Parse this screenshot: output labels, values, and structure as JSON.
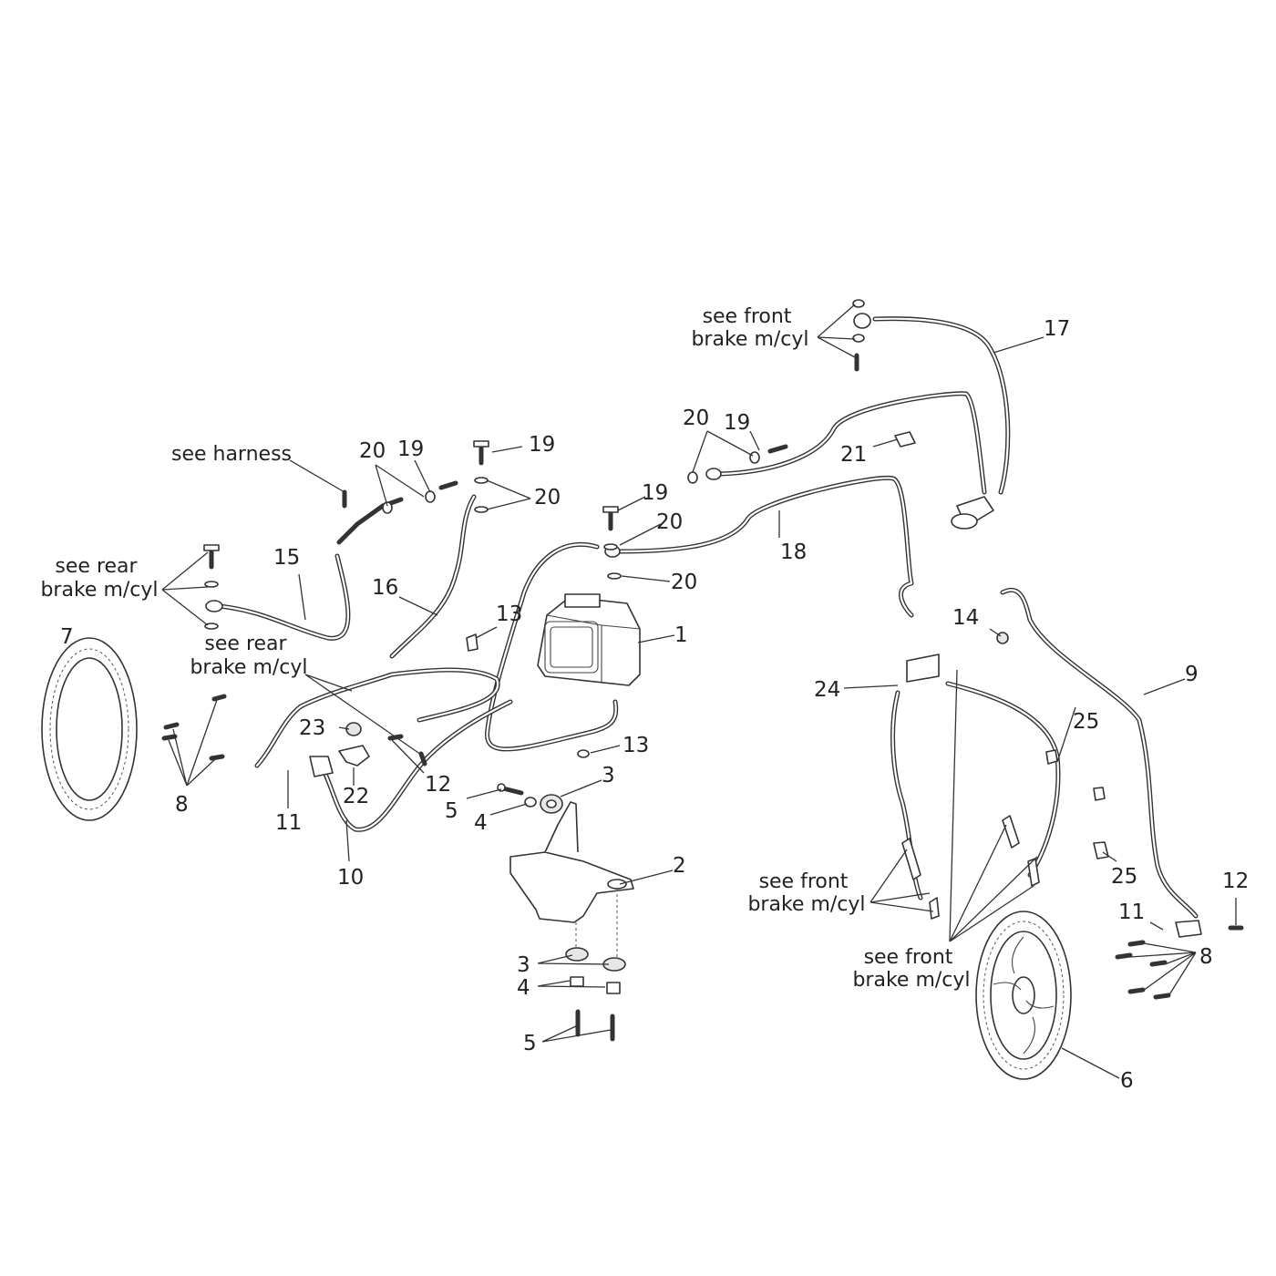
{
  "diagram": {
    "callouts": [
      {
        "id": "c1",
        "text": "1"
      },
      {
        "id": "c2",
        "text": "2"
      },
      {
        "id": "c3a",
        "text": "3"
      },
      {
        "id": "c3b",
        "text": "3"
      },
      {
        "id": "c4a",
        "text": "4"
      },
      {
        "id": "c4b",
        "text": "4"
      },
      {
        "id": "c5a",
        "text": "5"
      },
      {
        "id": "c5b",
        "text": "5"
      },
      {
        "id": "c6",
        "text": "6"
      },
      {
        "id": "c7",
        "text": "7"
      },
      {
        "id": "c8a",
        "text": "8"
      },
      {
        "id": "c8b",
        "text": "8"
      },
      {
        "id": "c9",
        "text": "9"
      },
      {
        "id": "c10",
        "text": "10"
      },
      {
        "id": "c11a",
        "text": "11"
      },
      {
        "id": "c11b",
        "text": "11"
      },
      {
        "id": "c12a",
        "text": "12"
      },
      {
        "id": "c12b",
        "text": "12"
      },
      {
        "id": "c13a",
        "text": "13"
      },
      {
        "id": "c13b",
        "text": "13"
      },
      {
        "id": "c14",
        "text": "14"
      },
      {
        "id": "c15",
        "text": "15"
      },
      {
        "id": "c16",
        "text": "16"
      },
      {
        "id": "c17",
        "text": "17"
      },
      {
        "id": "c18",
        "text": "18"
      },
      {
        "id": "c19a",
        "text": "19"
      },
      {
        "id": "c19b",
        "text": "19"
      },
      {
        "id": "c19c",
        "text": "19"
      },
      {
        "id": "c19d",
        "text": "19"
      },
      {
        "id": "c20a",
        "text": "20"
      },
      {
        "id": "c20b",
        "text": "20"
      },
      {
        "id": "c20c",
        "text": "20"
      },
      {
        "id": "c20d",
        "text": "20"
      },
      {
        "id": "c20e",
        "text": "20"
      },
      {
        "id": "c21",
        "text": "21"
      },
      {
        "id": "c22",
        "text": "22"
      },
      {
        "id": "c23",
        "text": "23"
      },
      {
        "id": "c24",
        "text": "24"
      },
      {
        "id": "c25a",
        "text": "25"
      },
      {
        "id": "c25b",
        "text": "25"
      }
    ],
    "notes": [
      {
        "id": "n_front_top",
        "lines": [
          "see front",
          "brake m/cyl"
        ]
      },
      {
        "id": "n_harness",
        "lines": [
          "see harness"
        ]
      },
      {
        "id": "n_rear_1",
        "lines": [
          "see rear",
          "brake m/cyl"
        ]
      },
      {
        "id": "n_rear_2",
        "lines": [
          "see rear",
          "brake m/cyl"
        ]
      },
      {
        "id": "n_front_mid",
        "lines": [
          "see front",
          "brake m/cyl"
        ]
      },
      {
        "id": "n_front_low",
        "lines": [
          "see front",
          "brake m/cyl"
        ]
      }
    ]
  }
}
